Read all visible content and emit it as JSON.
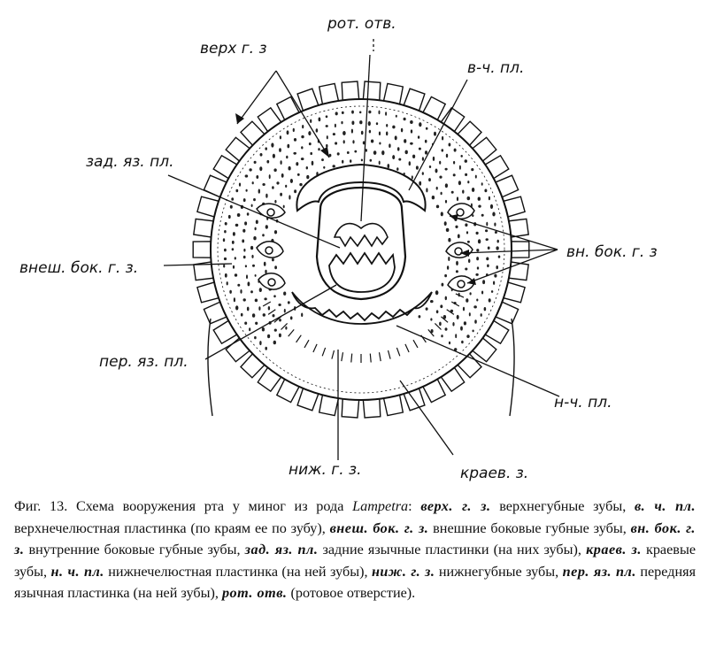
{
  "labels": {
    "rot_otv": "рот. отв.",
    "verh_gz": "верх г. з",
    "vch_pl": "в-ч. пл.",
    "zad_yaz_pl": "зад. яз. пл.",
    "vnesh_bok_gz": "внеш. бок. г. з.",
    "vn_bok_gz": "вн. бок. г. з",
    "per_yaz_pl": "пер. яз. пл.",
    "nch_pl": "н-ч. пл.",
    "nizh_gz": "ниж. г. з.",
    "kraev_z": "краев. з."
  },
  "caption": {
    "fig": "Фиг. 13.",
    "s1": " Схема вооружения рта у миног из рода ",
    "genus": "Lampetra",
    "s2": ": ",
    "k1": "верх. г. з.",
    "t1": " верхнегубные зубы, ",
    "k2": "в. ч. пл.",
    "t2": " верхнечелюстная пластинка (по краям ее по зубу), ",
    "k3": "внеш. бок. г. з.",
    "t3": " внешние боковые губные зубы, ",
    "k4": "вн. бок. г. з.",
    "t4": " внутренние боковые губные зубы, ",
    "k5": "зад. яз. пл.",
    "t5": " задние язычные пластинки (на них зубы), ",
    "k6": "краев. з.",
    "t6": " краевые зубы, ",
    "k7": "н. ч. пл.",
    "t7": " нижнечелюстная пластинка (на ней зубы), ",
    "k8": "ниж. г. з.",
    "t8": " нижнегубные зубы, ",
    "k9": "пер. яз. пл.",
    "t9": " передняя язычная пластинка (на ней зубы), ",
    "k10": "рот. отв.",
    "t10": " (ротовое отверстие)."
  }
}
